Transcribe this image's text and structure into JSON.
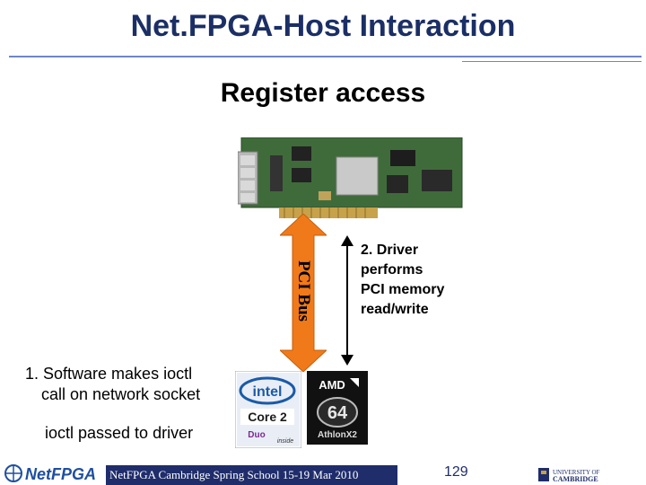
{
  "slide": {
    "title": "Net.FPGA-Host Interaction",
    "subtitle": "Register access"
  },
  "diagram": {
    "pci_bus_label": "PCI Bus",
    "step2_lines": [
      "2. Driver",
      "performs",
      "PCI memory",
      "read/write"
    ],
    "step1_line1": "1. Software makes ioctl",
    "step1_line2": "call on network socket",
    "ioctl_note": "ioctl passed to driver",
    "intel_logo_text": "intel",
    "intel_core_text": "Core 2",
    "intel_duo_text": "Duo",
    "intel_inside_text": "inside",
    "amd_logo_text": "AMD",
    "amd_64_text": "64",
    "amd_athlon_text": "AthlonX2"
  },
  "footer": {
    "logo_text": "NetFPGA",
    "event_text": "NetFPGA Cambridge Spring School 15-19 Mar 2010",
    "page_number": "129",
    "university_line1": "UNIVERSITY OF",
    "university_line2": "CAMBRIDGE"
  },
  "colors": {
    "title": "#1b2f66",
    "footer_bar": "#1f2d6b",
    "pci_arrow": "#f07a1a",
    "board_green": "#3f6b3a"
  }
}
